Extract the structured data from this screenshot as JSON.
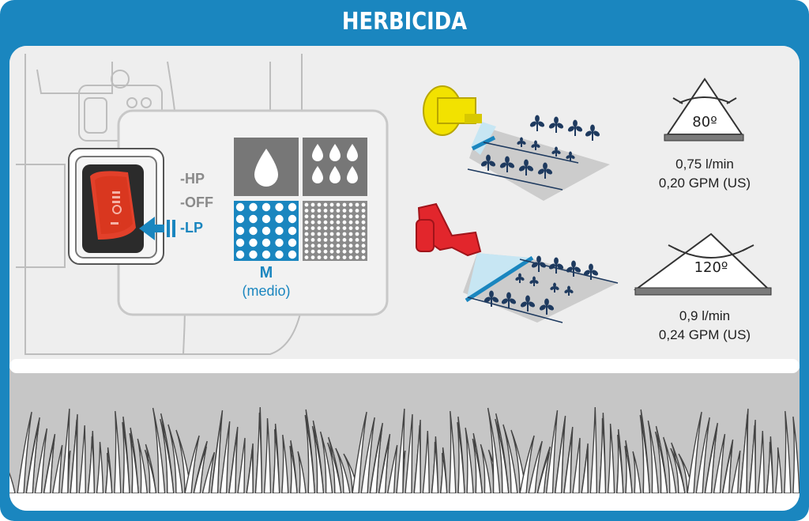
{
  "title": "HERBICIDA",
  "switch": {
    "modes": [
      "-HP",
      "-OFF",
      "-LP"
    ],
    "active_mode": "-LP"
  },
  "droplet_size": {
    "letter": "M",
    "label": "(medio)"
  },
  "nozzles": [
    {
      "color_name": "yellow",
      "color": "#f2e200",
      "angle": "80º",
      "flow_lmin": "0,75 l/min",
      "flow_gpm": "0,20 GPM (US)"
    },
    {
      "color_name": "red",
      "color": "#e2262c",
      "angle": "120º",
      "flow_lmin": "0,9 l/min",
      "flow_gpm": "0,24 GPM (US)"
    }
  ],
  "colors": {
    "frame": "#1a86bf",
    "active": "#1a86bf",
    "spray": "#c7e6f3",
    "plant": "#1e3a5f"
  }
}
